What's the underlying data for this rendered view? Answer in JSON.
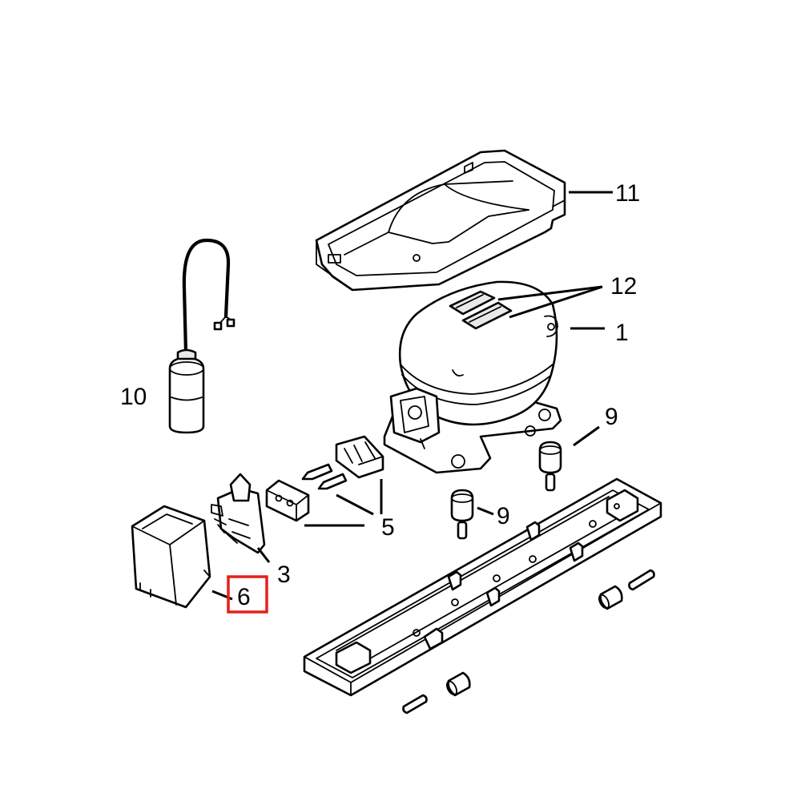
{
  "callouts": {
    "c1": "1",
    "c3": "3",
    "c5": "5",
    "c6": "6",
    "c9a": "9",
    "c9b": "9",
    "c10": "10",
    "c11": "11",
    "c12": "12"
  },
  "highlighted_callout": "6",
  "colors": {
    "line": "#000000",
    "background": "#ffffff",
    "highlight": "#e32119",
    "shade": "#e9e9e9"
  }
}
